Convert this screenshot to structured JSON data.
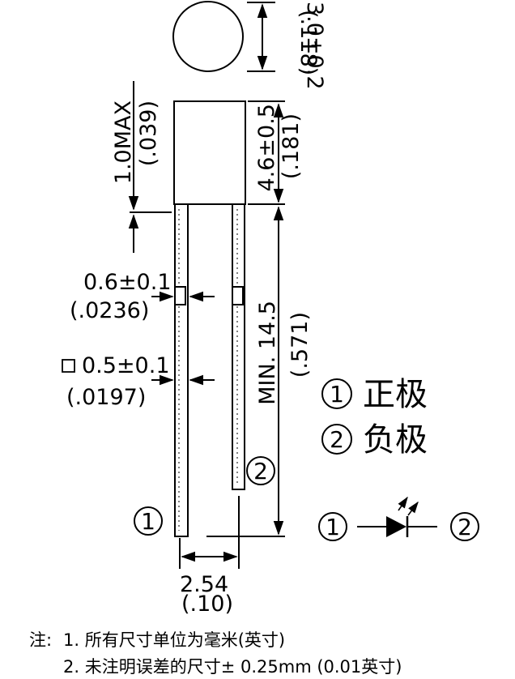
{
  "dimensions": {
    "lens_diameter": "3.0±0.2",
    "lens_diameter_in": "(.118)",
    "body_max": "1.0MAX",
    "body_max_in": "(.039)",
    "body_height": "4.6±0.5",
    "body_height_in": "(.181)",
    "lead_width": "0.6±0.1",
    "lead_width_in": "(.0236)",
    "lead_square": "0.5±0.1",
    "lead_square_in": "(.0197)",
    "lead_length": "MIN. 14.5",
    "lead_length_in": "(.571)",
    "pitch": "2.54",
    "pitch_in": "(.10)"
  },
  "labels": {
    "pin1": "1",
    "pin2": "2"
  },
  "legend": {
    "pin1_text": "正极",
    "pin2_text": "负极"
  },
  "notes": {
    "prefix": "注:",
    "line1": "1. 所有尺寸单位为毫米(英寸)",
    "line2": "2. 未注明误差的尺寸± 0.25mm (0.01英寸)"
  },
  "colors": {
    "ink": "#000000",
    "background": "#ffffff"
  }
}
